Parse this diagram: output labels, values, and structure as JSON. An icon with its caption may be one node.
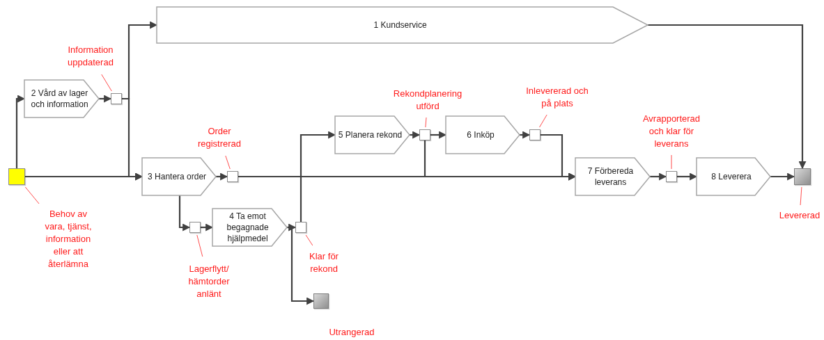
{
  "diagram": {
    "nodes": [
      {
        "text": [
          "1 Kundservice"
        ]
      },
      {
        "text": [
          "Information uppdaterad"
        ]
      },
      {
        "text": [
          "2 Vård av lager och information"
        ]
      },
      {
        "text": [],
        "shape": "box"
      },
      {
        "text": [
          "Order registrerad"
        ]
      },
      {
        "text": [],
        "shape": "box"
      },
      {
        "text": [
          "3 Hantera order"
        ]
      },
      {
        "text": [],
        "shape": "box"
      },
      {
        "text": [
          "Behov av vara, tjänst, information eller att återlämna"
        ]
      },
      {
        "text": [],
        "shape": "box"
      },
      {
        "text": [
          "4 Ta emot begagnade hjälpmedel"
        ]
      },
      {
        "text": [],
        "shape": "box"
      },
      {
        "text": [
          "Lagerflytt/ hämtorder anlänt"
        ]
      },
      {
        "text": [
          "Klar för rekond"
        ]
      },
      {
        "text": [],
        "shape": "box",
        "beside": [
          "Utrangerad"
        ]
      },
      {
        "text": [
          "Rekondplanering utförd"
        ]
      },
      {
        "text": [
          "5 Planera rekond"
        ]
      },
      {
        "text": [],
        "shape": "box"
      },
      {
        "text": [
          "6 Inköp"
        ]
      },
      {
        "text": [],
        "shape": "box"
      },
      {
        "text": [
          "Inlevererad och på plats"
        ]
      },
      {
        "text": [
          "Avrapporterad och klar för leverans"
        ]
      },
      {
        "text": [
          "7 Förbereda leverans"
        ]
      },
      {
        "text": [],
        "shape": "box"
      },
      {
        "text": [
          "8 Leverera"
        ]
      },
      {
        "text": [],
        "shape": "box"
      },
      {
        "text": [
          "Levererad"
        ]
      }
    ],
    "edges": [
      {
        "from": 2,
        "to": 3,
        "arrow": "to"
      },
      {
        "from": 3,
        "to": 0,
        "arrow": "to"
      },
      {
        "from": 3,
        "to": 6,
        "arrow": "to"
      },
      {
        "from": 5,
        "to": 2,
        "arrow": "to"
      },
      {
        "from": 5,
        "to": 6,
        "arrow": "to"
      },
      {
        "from": 6,
        "to": 7,
        "arrow": "to"
      },
      {
        "from": 7,
        "to": 22,
        "arrow": "to"
      },
      {
        "from": 6,
        "to": 9,
        "arrow": "to"
      },
      {
        "from": 9,
        "to": 10,
        "arrow": "to"
      },
      {
        "from": 10,
        "to": 11,
        "arrow": "to"
      },
      {
        "from": 10,
        "to": 14,
        "arrow": "to"
      },
      {
        "from": 11,
        "to": 16,
        "arrow": "to"
      },
      {
        "from": 16,
        "to": 17,
        "arrow": "to"
      },
      {
        "from": 17,
        "to": 18,
        "arrow": "to"
      },
      {
        "from": 18,
        "to": 19,
        "arrow": "to"
      },
      {
        "from": 17,
        "to": 22,
        "arrow": "to"
      },
      {
        "from": 19,
        "to": 22,
        "arrow": "to"
      },
      {
        "from": 22,
        "to": 23,
        "arrow": "to"
      },
      {
        "from": 23,
        "to": 24,
        "arrow": "to"
      },
      {
        "from": 24,
        "to": 25,
        "arrow": "to"
      },
      {
        "from": 0,
        "to": 25,
        "arrow": "to"
      },
      {
        "from": 1,
        "to": 3,
        "arrow": "none",
        "color": "#ff4d4d"
      },
      {
        "from": 4,
        "to": 7,
        "arrow": "none",
        "color": "#ff4d4d"
      },
      {
        "from": 8,
        "to": 5,
        "arrow": "none",
        "color": "#ff4d4d"
      },
      {
        "from": 12,
        "to": 9,
        "arrow": "none",
        "color": "#ff4d4d"
      },
      {
        "from": 13,
        "to": 11,
        "arrow": "none",
        "color": "#ff4d4d"
      },
      {
        "from": 15,
        "to": 17,
        "arrow": "none",
        "color": "#ff4d4d"
      },
      {
        "from": 20,
        "to": 19,
        "arrow": "none",
        "color": "#ff4d4d"
      },
      {
        "from": 21,
        "to": 23,
        "arrow": "none",
        "color": "#ff4d4d"
      },
      {
        "from": 26,
        "to": 25,
        "arrow": "none",
        "color": "#ff4d4d"
      }
    ]
  }
}
